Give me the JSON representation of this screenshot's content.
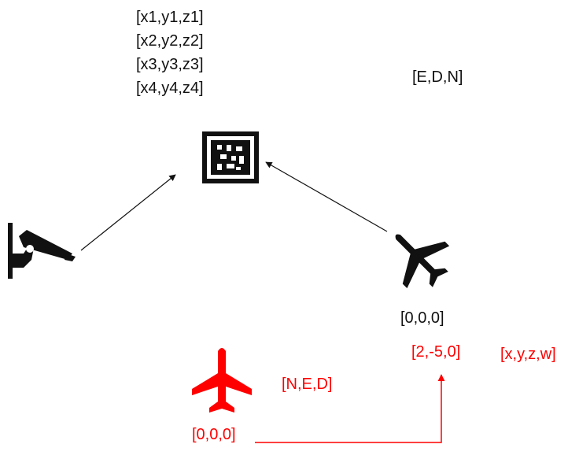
{
  "marker": {
    "corners": [
      "[x1,y1,z1]",
      "[x2,y2,z2]",
      "[x3,y3,z3]",
      "[x4,y4,z4]"
    ],
    "icon": "aruco-marker-icon"
  },
  "frames": {
    "enu": "[E,D,N]",
    "ned": "[N,E,D]",
    "quaternion": "[x,y,z,w]"
  },
  "drone_black": {
    "position": "[0,0,0]",
    "icon": "airplane-icon"
  },
  "drone_red": {
    "origin": "[0,0,0]",
    "target": "[2,-5,0]",
    "icon": "airplane-icon"
  },
  "camera": {
    "icon": "security-camera-icon"
  },
  "colors": {
    "black": "#111111",
    "red": "#ff0000"
  }
}
